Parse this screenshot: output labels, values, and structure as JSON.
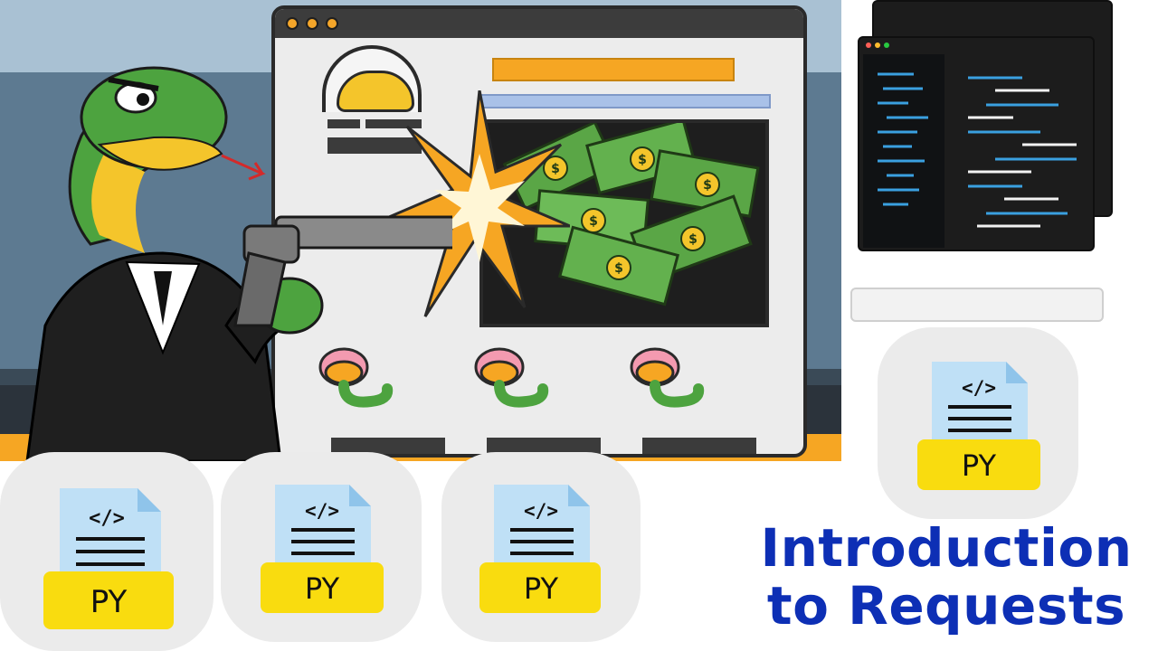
{
  "title": {
    "line1": "Introduction",
    "line2": "to Requests"
  },
  "file_icons": {
    "code_symbol": "</>",
    "badge_label": "PY",
    "icon_name": "python-file-icon",
    "badge_color": "#f9dc0f",
    "page_color": "#bfe0f6"
  },
  "illustration": {
    "money_symbol": "$",
    "colors": {
      "snake_green": "#4da33f",
      "snake_yellow": "#f4c52b",
      "suit": "#1f1f1f",
      "money": "#5aa646",
      "explosion": "#f6a623"
    }
  },
  "title_color": "#0d2fb5"
}
